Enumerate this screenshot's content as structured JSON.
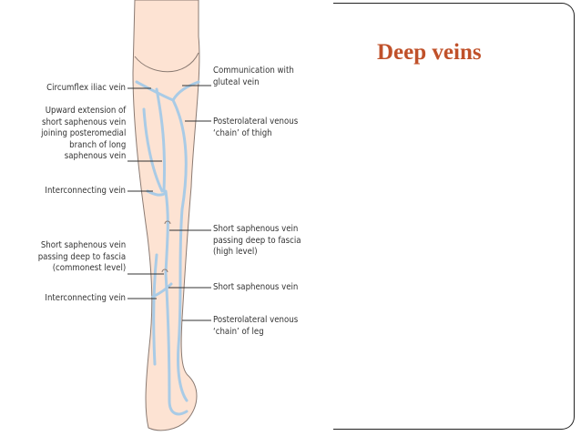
{
  "title": "Deep veins",
  "labels": {
    "circumflex_iliac_vein": "Circumflex iliac vein",
    "upward_extension": "Upward extension of\nshort saphenous vein\njoining posteromedial\nbranch of long\nsaphenous vein",
    "interconnecting_vein_upper": "Interconnecting vein",
    "short_saphenous_deep_common": "Short saphenous vein\npassing deep to fascia\n(commonest level)",
    "interconnecting_vein_lower": "Interconnecting vein",
    "communication_gluteal": "Communication with\ngluteal vein",
    "posterolateral_thigh": "Posterolateral venous\n‘chain’ of thigh",
    "short_saphenous_deep_high": "Short saphenous vein\npassing deep to fascia\n(high level)",
    "short_saphenous_vein": "Short saphenous vein",
    "posterolateral_leg": "Posterolateral venous\n‘chain’ of leg"
  },
  "colors": {
    "title": "#c0512a",
    "skin": "#fde3d3",
    "skin_outline": "#8a7a72",
    "vein": "#a9cbe6",
    "leader": "#333333"
  }
}
